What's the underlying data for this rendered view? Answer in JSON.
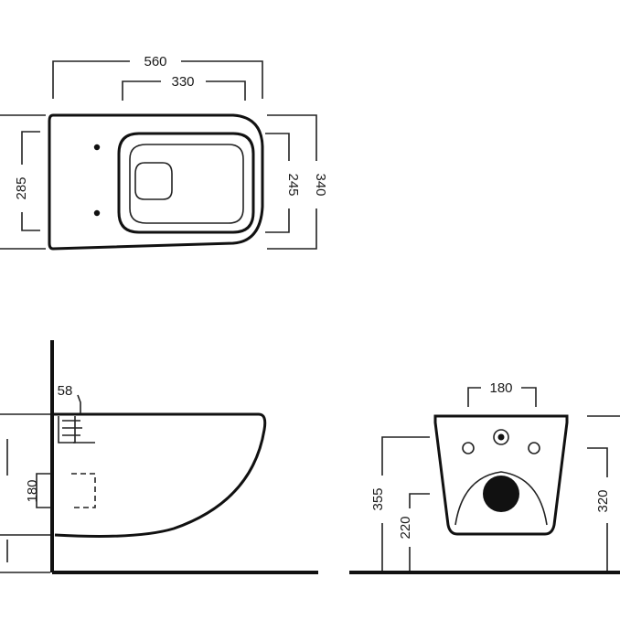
{
  "top_view": {
    "overall_length": "560",
    "bowl_length": "330",
    "rear_width": "285",
    "bowl_width": "245",
    "overall_width": "340"
  },
  "side_view": {
    "fixing_offset": "58",
    "pipe_height": "180"
  },
  "front_view": {
    "fixing_spacing": "180",
    "top_height": "355",
    "outlet_height": "220",
    "front_height": "320"
  },
  "colors": {
    "line": "#111111",
    "background": "#ffffff"
  }
}
